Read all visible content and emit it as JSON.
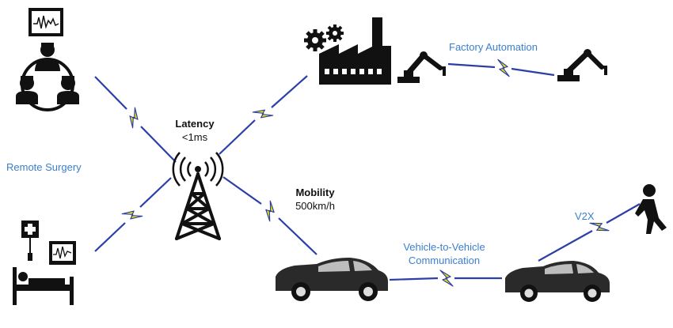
{
  "labels": {
    "remote_surgery": "Remote Surgery",
    "factory_automation": "Factory Automation",
    "v2v_line1": "Vehicle-to-Vehicle",
    "v2v_line2": "Communication",
    "v2x": "V2X",
    "latency_title": "Latency",
    "latency_value": "<1ms",
    "mobility_title": "Mobility",
    "mobility_value": "500km/h"
  },
  "colors": {
    "label_blue": "#3b7fcf",
    "link_blue": "#2b3fa8",
    "bolt_yellow": "#f2e600",
    "icon_black": "#111111"
  },
  "icons": [
    "monitor-icon",
    "surgical-team-icon",
    "hospital-bed-icon",
    "cell-tower-icon",
    "factory-icon",
    "gear-icon",
    "robot-arm-icon",
    "car-icon",
    "pedestrian-icon"
  ]
}
